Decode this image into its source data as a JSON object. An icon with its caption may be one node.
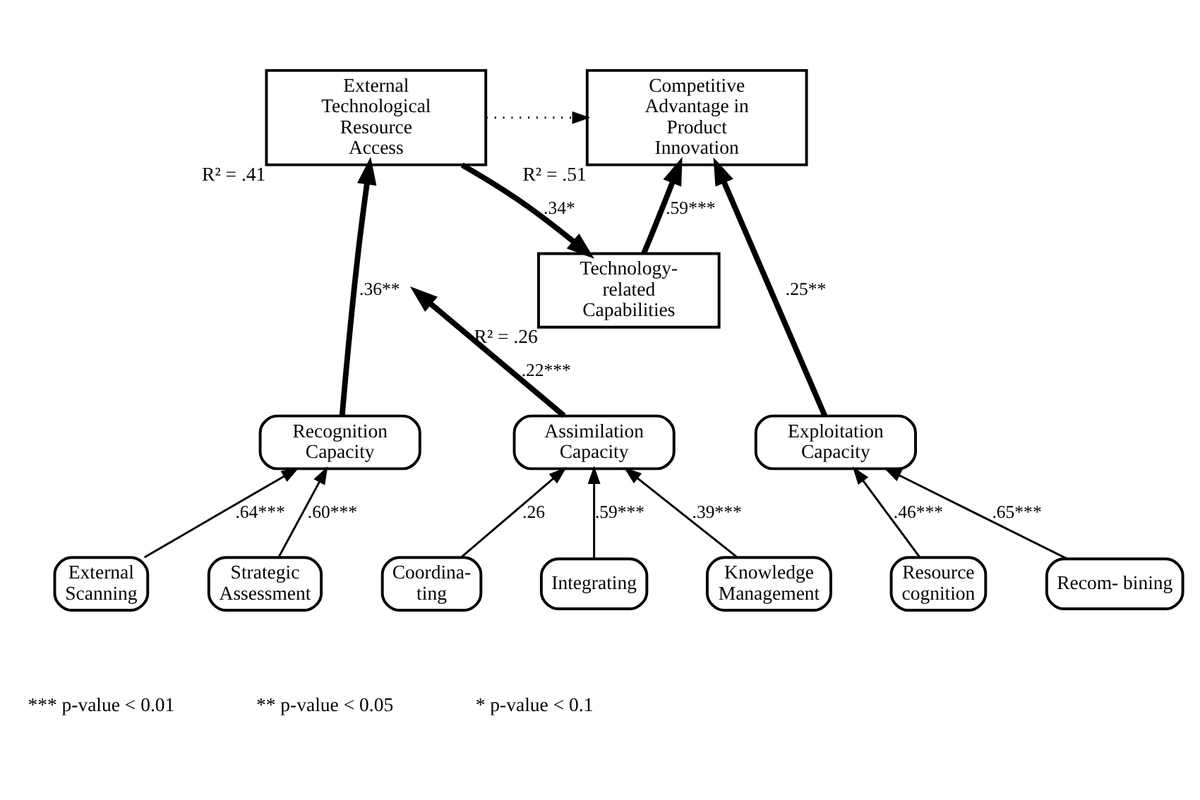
{
  "diagram": {
    "nodes": [
      {
        "text": [
          "External Technological Resource Access"
        ],
        "beside": [
          "R² = .41"
        ]
      },
      {
        "text": [
          "Competitive Advantage in Product Innovation"
        ],
        "beside": [
          "R² = .51"
        ]
      },
      {
        "text": [
          "Technology- related Capabilities"
        ],
        "beside": [
          "R² = .26"
        ]
      },
      {
        "text": [
          "Recognition Capacity"
        ]
      },
      {
        "text": [
          "Assimilation Capacity"
        ]
      },
      {
        "text": [
          "Exploitation Capacity"
        ]
      },
      {
        "text": [
          "External Scanning"
        ]
      },
      {
        "text": [
          "Strategic Assessment"
        ]
      },
      {
        "text": [
          "Coordina- ting"
        ]
      },
      {
        "text": [
          "Integrating"
        ]
      },
      {
        "text": [
          "Knowledge Management"
        ]
      },
      {
        "text": [
          "Resource cognition"
        ]
      },
      {
        "text": [
          "Recom- bining"
        ]
      }
    ],
    "edges": [
      {
        "from": 0,
        "to": 1,
        "arrow": "to",
        "style": "dashed"
      },
      {
        "from": 0,
        "to": 2,
        "arrow": "to",
        "label": ".34*",
        "style": "thick"
      },
      {
        "from": 2,
        "to": 1,
        "arrow": "to",
        "label": ".59***",
        "style": "thick"
      },
      {
        "from": 3,
        "to": 0,
        "arrow": "to",
        "label": ".36**",
        "style": "thick"
      },
      {
        "from": 4,
        "to": null,
        "arrow": "to",
        "label": ".22***",
        "style": "thick"
      },
      {
        "from": 5,
        "to": 1,
        "arrow": "to",
        "label": ".25**",
        "style": "thick"
      },
      {
        "from": 6,
        "to": 3,
        "arrow": "to",
        "label": ".64***"
      },
      {
        "from": 7,
        "to": 3,
        "arrow": "to",
        "label": ".60***"
      },
      {
        "from": 8,
        "to": 4,
        "arrow": "to",
        "label": ".26"
      },
      {
        "from": 9,
        "to": 4,
        "arrow": "to",
        "label": ".59***"
      },
      {
        "from": 10,
        "to": 4,
        "arrow": "to",
        "label": ".39***"
      },
      {
        "from": 11,
        "to": 5,
        "arrow": "to",
        "label": ".46***"
      },
      {
        "from": 12,
        "to": 5,
        "arrow": "to",
        "label": ".65***"
      }
    ],
    "labels": [
      "*** p-value < 0.01",
      "** p-value < 0.05",
      "* p-value < 0.1"
    ]
  }
}
